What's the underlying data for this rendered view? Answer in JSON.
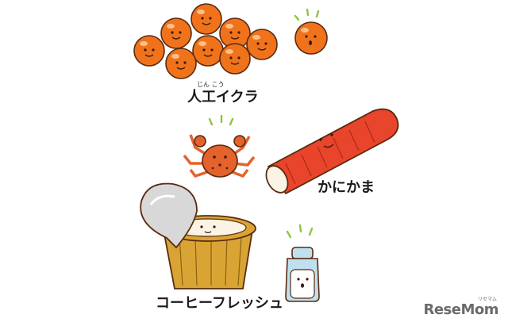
{
  "labels": {
    "ikura_ruby": "じん こう",
    "ikura": "人工イクラ",
    "kanikama": "かにかま",
    "coffee_fresh": "コーヒーフレッシュ"
  },
  "logo": {
    "text": "ReseMom",
    "sub": "リセマム"
  },
  "colors": {
    "ikura_orange": "#f0731c",
    "kanikama_red": "#e8452c",
    "crab_orange": "#e5622a",
    "cup_gold": "#d9a433",
    "accent_green": "#8cc63f",
    "milk_blue": "#bfe0ee",
    "logo_gray": "#6b6b6b",
    "logo_red": "#e23b2e"
  }
}
